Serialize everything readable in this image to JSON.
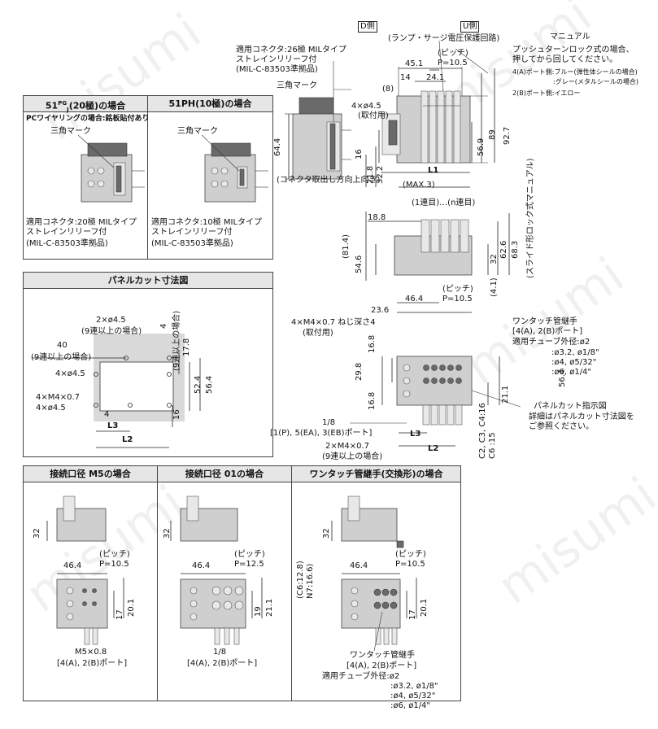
{
  "watermark": "misumi",
  "side_tags": {
    "d": "D側",
    "u": "U側"
  },
  "top": {
    "lamp_note": "(ランプ・サージ電圧保護回路)",
    "manual": "マニュアル",
    "manual_note1": "プッシュターンロック式の場合、",
    "manual_note2": "押してから回してください。",
    "port4": "4(A)ポート側:ブルー(弾性体シールの場合)",
    "port4b": ":グレー(メタルシールの場合)",
    "port2": "2(B)ポート側:イエロー",
    "pitch": "(ピッチ)",
    "pitch_val": "P=10.5",
    "dim_45_1": "45.1",
    "dim_14": "14",
    "dim_24_1": "24.1",
    "dim_8": "(8)",
    "hole": "4×ø4.5",
    "mount": "(取付用)",
    "dim_89": "89",
    "dim_92_7": "92.7",
    "dim_56_9": "56.9",
    "dim_16": "16",
    "dim_21_8": "21.8",
    "dim_32_2": "32.2",
    "dim_L1": "L1",
    "max3": "(MAX.3)",
    "conn26_1": "適用コネクタ:26極 MILタイプ",
    "conn26_2": "ストレインリリーフ付",
    "conn26_3": "(MIL-C-83503準拠品)",
    "tri": "三角マーク",
    "dim_64_4": "64.4",
    "conn_dir": "(コネクタ取出し方向上向き)"
  },
  "left_box": {
    "col1_title": "51P/J(20極)の場合",
    "col1_title_main": "51",
    "col1_title_sup": "PG",
    "col1_title_sub": "J",
    "col1_title_rest": "(20極)の場合",
    "col2_title": "51PH(10極)の場合",
    "pc_note": "PCワイヤリングの場合:銘板貼付あり",
    "tri": "三角マーク",
    "conn20_1": "適用コネクタ:20極 MILタイプ",
    "conn20_2": "ストレインリリーフ付",
    "conn20_3": "(MIL-C-83503準拠品)",
    "conn10_1": "適用コネクタ:10極 MILタイプ",
    "conn10_2": "ストレインリリーフ付",
    "conn10_3": "(MIL-C-83503準拠品)"
  },
  "side_view": {
    "first": "(1連目)…(n連目)",
    "dim_18_8": "18.8",
    "dim_81_4": "(81.4)",
    "dim_54_6": "54.6",
    "dim_32": "32",
    "dim_62_6": "62.6",
    "dim_68_3": "68.3",
    "slide_note": "(スライド形ロック式マニュアル)",
    "dim_4_1": "(4.1)"
  },
  "panel": {
    "title": "パネルカット寸法図",
    "hole2": "2×ø4.5",
    "over9": "(9連以上の場合)",
    "dim_40": "40",
    "dim_4": "4",
    "over9v": "(9連以上の場合)",
    "dim_17_8": "17.8",
    "dim_52_4": "52.4",
    "dim_56_4": "56.4",
    "hole4": "4×ø4.5",
    "m4": "4×M4×0.7",
    "hole4b": "4×ø4.5",
    "dim_4b": "4",
    "dim_16": "16",
    "dim_L3": "L3",
    "dim_L2": "L2"
  },
  "bottom_view": {
    "pitch": "(ピッチ)",
    "pitch_val": "P=10.5",
    "dim_46_4": "46.4",
    "dim_23_6": "23.6",
    "m4": "4×M4×0.7 ねじ深さ4",
    "mount": "(取付用)",
    "one_touch": "ワンタッチ管継手",
    "ports": "[4(A), 2(B)ポート]",
    "tube": "適用チューブ外径:ø2",
    "t1": ":ø3.2, ø1/8\"",
    "t2": ":ø4, ø5/32\"",
    "t3": ":ø6, ø1/4\"",
    "dim_16_8": "16.8",
    "dim_29_8": "29.8",
    "dim_16_8b": "16.8",
    "dim_21_1": "21.1",
    "dim_56_4": "56.4",
    "panel_mark": "パネルカット指示図",
    "panel_note": "詳細はパネルカット寸法図を",
    "panel_note2": "ご参照ください。",
    "c_vals": "C2, C3, C4:16",
    "c6": "C6        :15",
    "eighth": "1/8",
    "ports2": "[1(P), 5(EA), 3(EB)ポート]",
    "m4b": "2×M4×0.7",
    "over9": "(9連以上の場合)",
    "dim_L3": "L3",
    "dim_L2": "L2"
  },
  "bottom_panels": [
    {
      "title": "接続口径 M5の場合",
      "dim_32": "32",
      "pitch": "(ピッチ)",
      "pitch_val": "P=10.5",
      "dim_46_4": "46.4",
      "dim_17": "17",
      "dim_20_1": "20.1",
      "port": "M5×0.8",
      "ports": "[4(A), 2(B)ポート]"
    },
    {
      "title": "接続口径 01の場合",
      "dim_32": "32",
      "pitch": "(ピッチ)",
      "pitch_val": "P=12.5",
      "dim_46_4": "46.4",
      "dim_19": "19",
      "dim_21_1": "21.1",
      "port": "1/8",
      "ports": "[4(A), 2(B)ポート]"
    },
    {
      "title": "ワンタッチ管継手(交換形)の場合",
      "dim_32": "32",
      "side_dim": "(C6:12.8)",
      "side_dim2": "N7:16.6)",
      "pitch": "(ピッチ)",
      "pitch_val": "P=10.5",
      "dim_46_4": "46.4",
      "dim_17": "17",
      "dim_20_1": "20.1",
      "one_touch": "ワンタッチ管継手",
      "ports": "[4(A), 2(B)ポート]",
      "tube": "適用チューブ外径:ø2",
      "t1": ":ø3.2, ø1/8\"",
      "t2": ":ø4, ø5/32\"",
      "t3": ":ø6, ø1/4\""
    }
  ]
}
